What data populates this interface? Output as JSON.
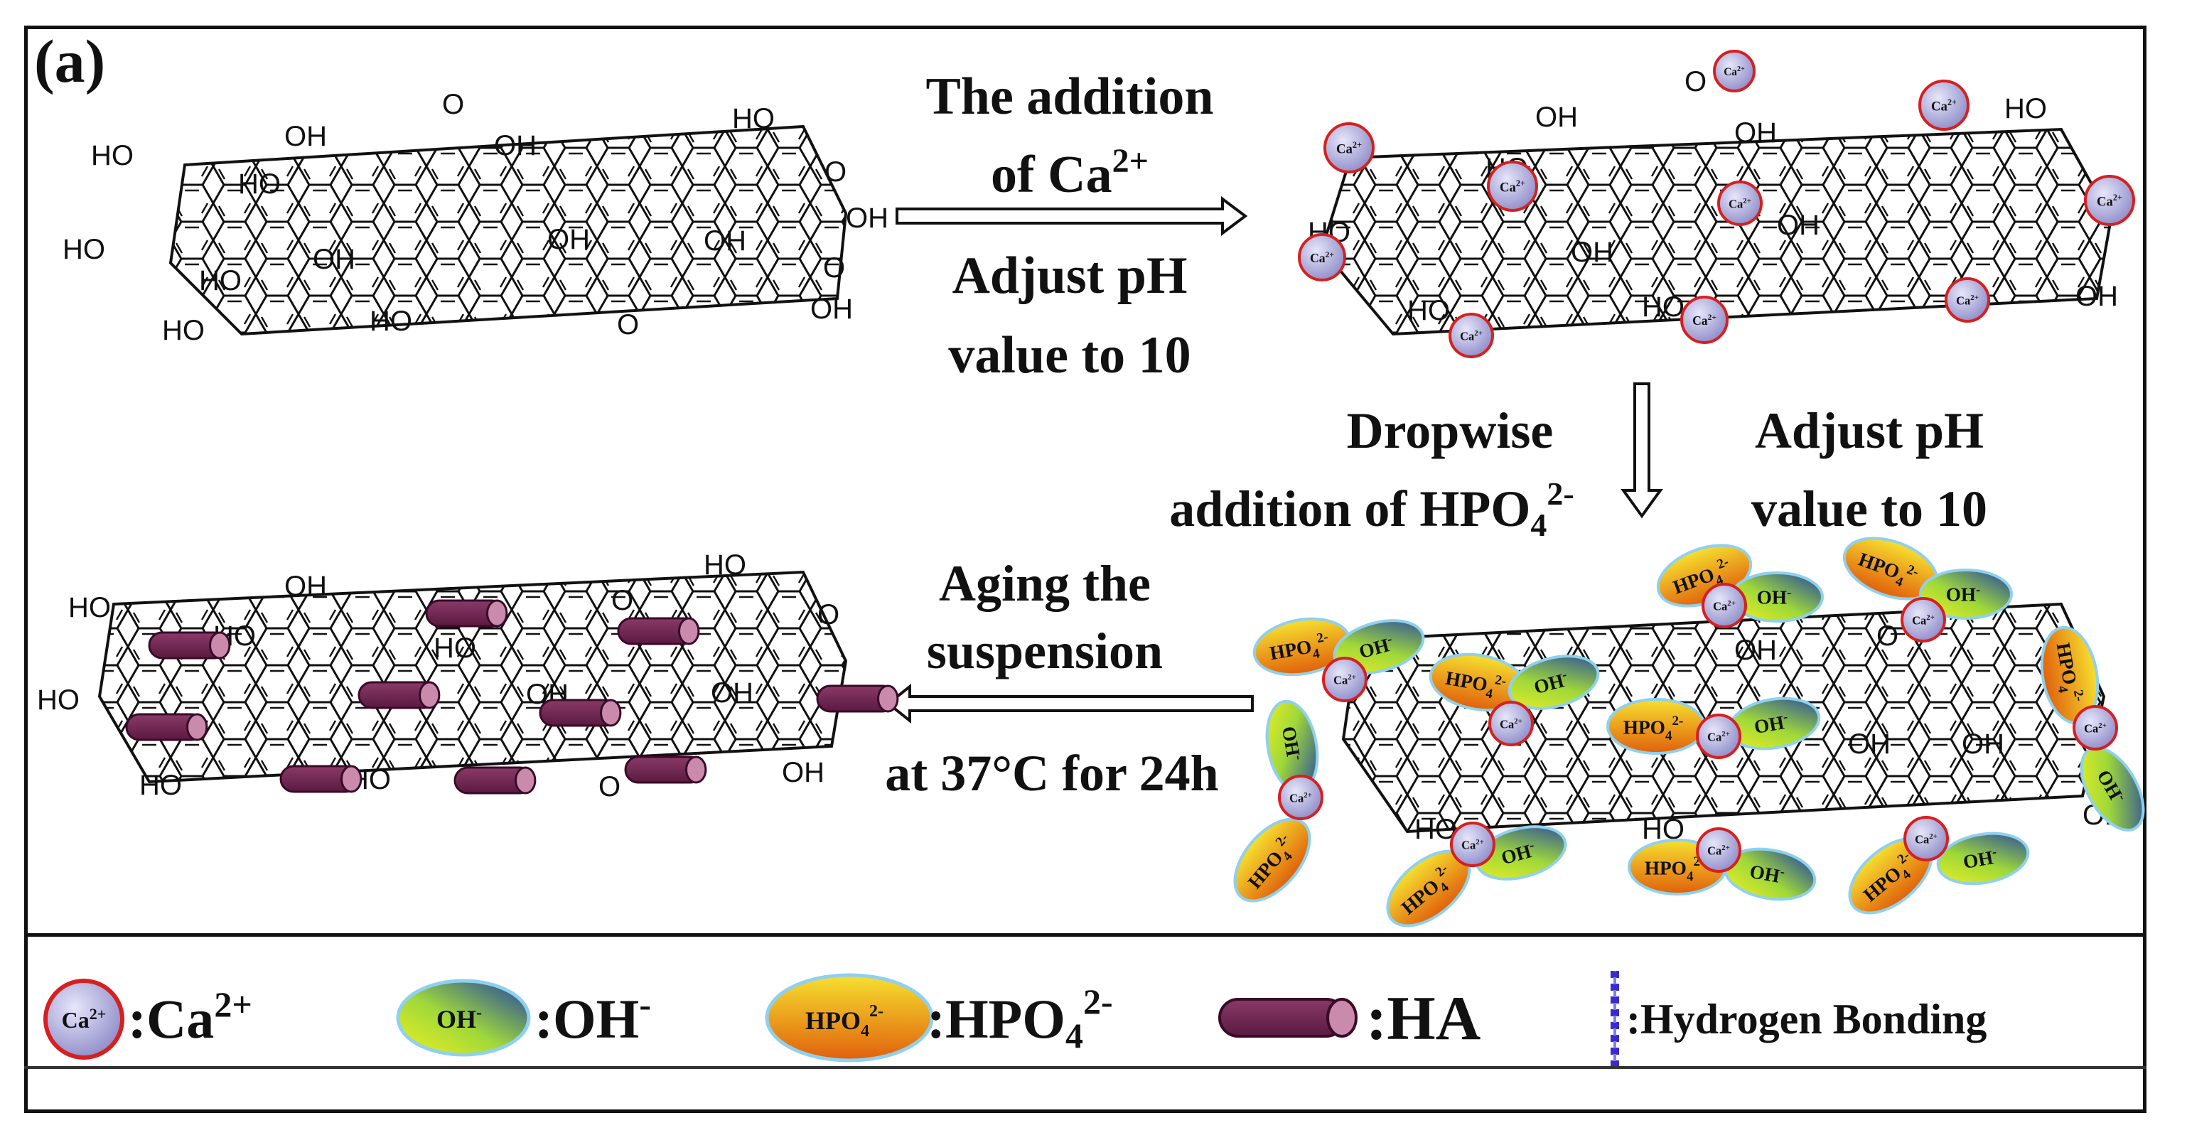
{
  "panel_label": "(a)",
  "steps": {
    "step1_line1": "The addition",
    "step1_line2_main": "of Ca",
    "step1_line2_sup": "2+",
    "step1_line3": "Adjust pH",
    "step1_line4": "value to 10",
    "step2_left_line1": "Dropwise",
    "step2_left_line2_main": "addition of HPO",
    "step2_left_line2_sub": "4",
    "step2_left_line2_sup": "2-",
    "step2_right_line1": "Adjust pH",
    "step2_right_line2": "value to 10",
    "step3_line1": "Aging the",
    "step3_line2": "suspension",
    "step3_line3": "at 37°C for 24h"
  },
  "groups": {
    "oh": "OH",
    "ho": "HO",
    "o": "O",
    "h": "H"
  },
  "ions": {
    "ca": "Ca",
    "ca_sup": "2+",
    "oh": "OH",
    "oh_sup": "-",
    "hpo": "HPO",
    "hpo_sub": "4",
    "hpo_sup": "2-"
  },
  "legend": {
    "ca_label": ":Ca",
    "ca_sup": "2+",
    "oh_label": ":OH",
    "oh_sup": "-",
    "hpo_label": ":HPO",
    "hpo_sub": "4",
    "hpo_sup": "2-",
    "ha_label": ":HA",
    "hb_label": ":Hydrogen Bonding"
  },
  "colors": {
    "frame": "#111111",
    "ca_fill_light": "#d8d8f4",
    "ca_fill_dark": "#8a88c8",
    "ca_stroke": "#d62020",
    "oh_green": "#d8ee20",
    "oh_blue": "#1d3ea8",
    "hpo_yellow": "#f4d020",
    "hpo_orange": "#e06a10",
    "ion_outline": "#8fd0ee",
    "ha_rod": "#6e2350",
    "ha_cap": "#c98aab",
    "hbond": "#3a2ccc"
  }
}
